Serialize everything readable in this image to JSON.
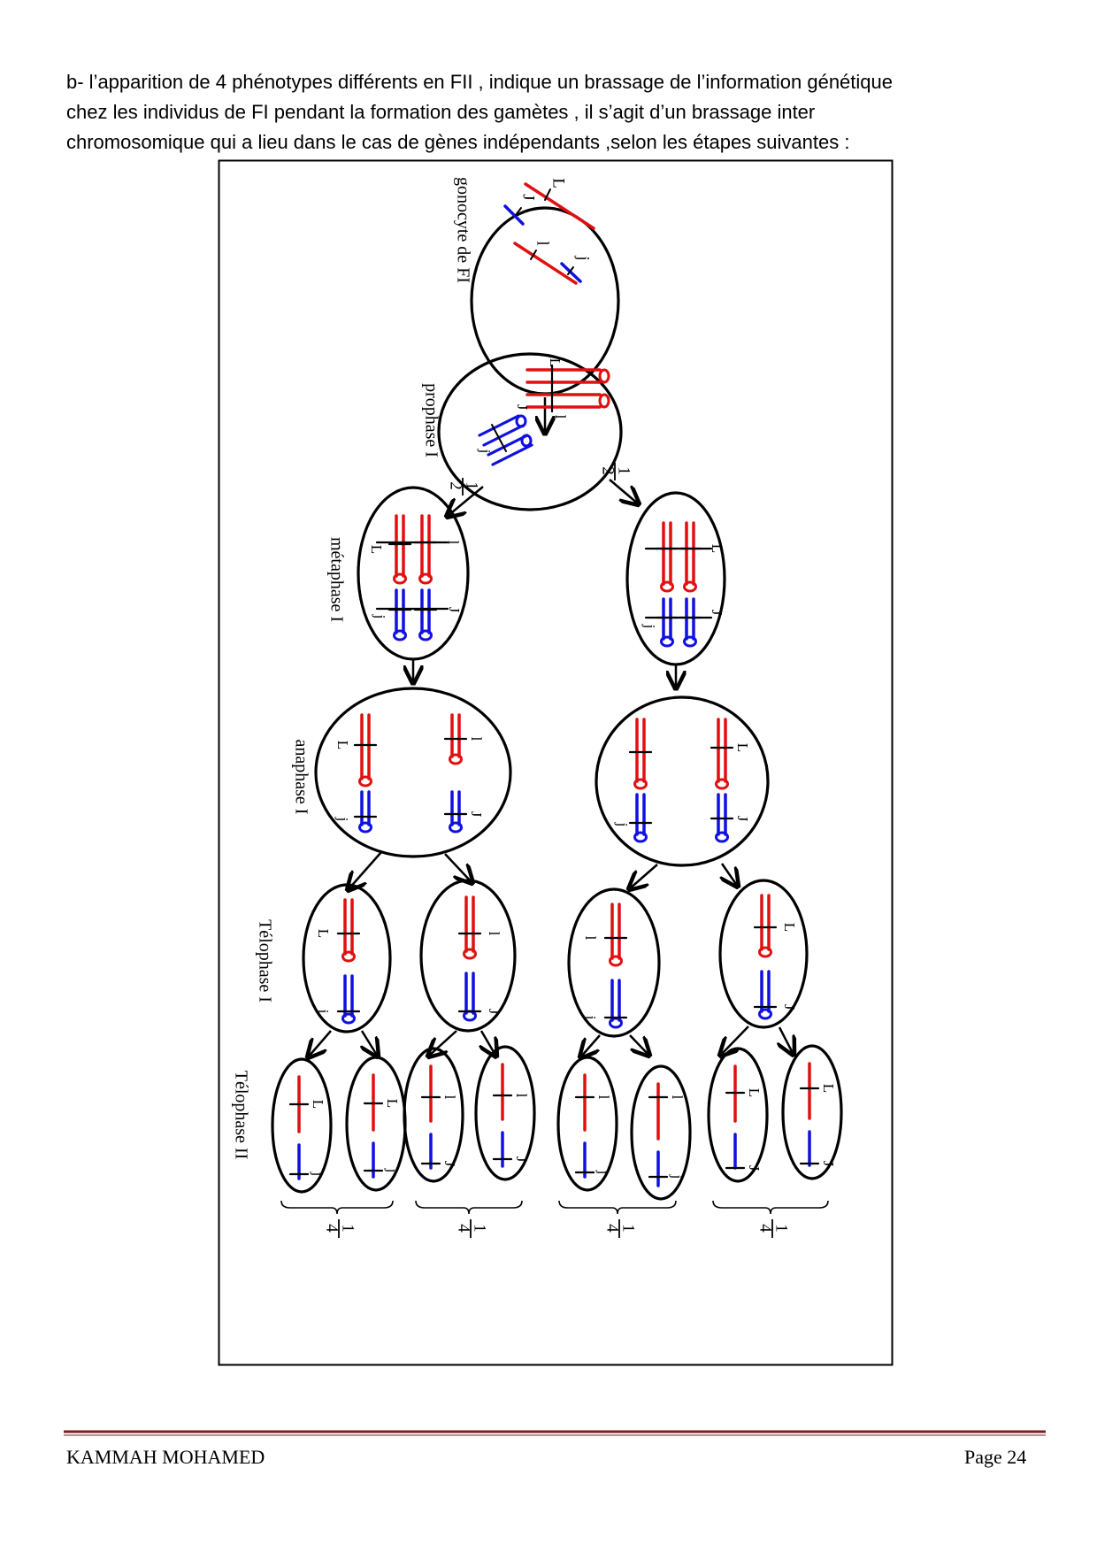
{
  "text": {
    "line1": "b-  l’apparition de 4 phénotypes différents en FII , indique un brassage de l’information génétique",
    "line2": "chez les individus de FI pendant la formation des gamètes , il s’agit d’un brassage inter",
    "line3": "chromosomique qui a lieu dans le cas de gènes indépendants ,selon les étapes suivantes :"
  },
  "figure": {
    "stages": {
      "gonocyte": "gonocyte de FI",
      "prophase": "prophase I",
      "metaphase": "métaphase I",
      "anaphase": "anaphase I",
      "telophase1": "Télophase I",
      "telophase2": "Télophase II"
    },
    "alleles": {
      "L": "L",
      "l": "l",
      "J": "J",
      "j": "j"
    },
    "half": {
      "num": "1",
      "den": "2"
    },
    "quarter": {
      "num": "1",
      "den": "4"
    }
  },
  "colors": {
    "red": "#e01010",
    "blue": "#1010e0",
    "footer_rule": "#7a1f1f"
  },
  "footer": {
    "author": "KAMMAH MOHAMED",
    "page": "Page 24"
  }
}
